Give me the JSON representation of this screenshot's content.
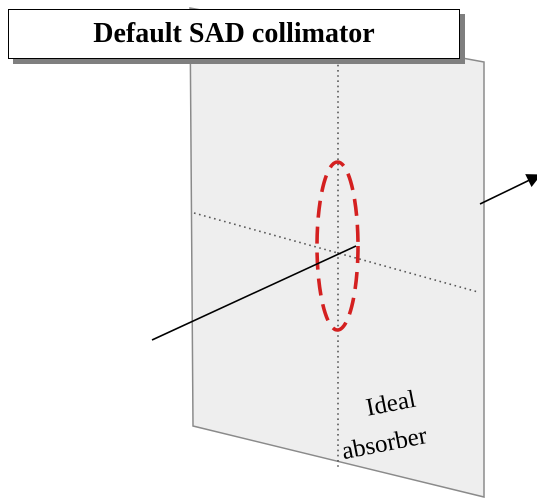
{
  "title": "Default SAD collimator",
  "plane_label": {
    "line1": "Ideal",
    "line2": "absorber"
  },
  "colors": {
    "plane_fill": "#eeeeee",
    "plane_stroke": "#8a8a8a",
    "aperture": "#d42020",
    "guides": "#555555",
    "ray": "#000000",
    "title_shadow": "#7f7f7f"
  },
  "elements": [
    "absorber-plane",
    "aperture-ellipse",
    "beam-ray",
    "center-guides"
  ]
}
